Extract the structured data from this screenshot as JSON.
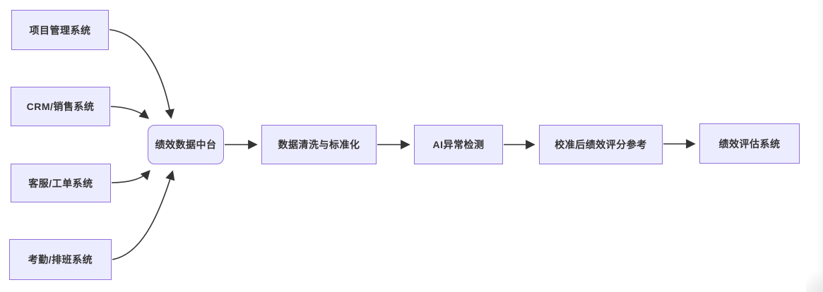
{
  "diagram": {
    "type": "flowchart",
    "nodes": {
      "project": {
        "label": "项目管理系统",
        "shape": "rect"
      },
      "crm": {
        "label": "CRM/销售系统",
        "shape": "rect"
      },
      "service": {
        "label": "客服/工单系统",
        "shape": "rect"
      },
      "attendance": {
        "label": "考勤/排班系统",
        "shape": "rect"
      },
      "hub": {
        "label": "绩效数据中台",
        "shape": "rounded-rect"
      },
      "clean": {
        "label": "数据清洗与标准化",
        "shape": "rect"
      },
      "ai": {
        "label": "AI异常检测",
        "shape": "rect"
      },
      "calibrated": {
        "label": "校准后绩效评分参考",
        "shape": "rect"
      },
      "evaluation": {
        "label": "绩效评估系统",
        "shape": "rect"
      }
    },
    "edges": [
      {
        "from": "project",
        "to": "hub"
      },
      {
        "from": "crm",
        "to": "hub"
      },
      {
        "from": "service",
        "to": "hub"
      },
      {
        "from": "attendance",
        "to": "hub"
      },
      {
        "from": "hub",
        "to": "clean"
      },
      {
        "from": "clean",
        "to": "ai"
      },
      {
        "from": "ai",
        "to": "calibrated"
      },
      {
        "from": "calibrated",
        "to": "evaluation"
      }
    ],
    "colors": {
      "node_fill": "#ECECFF",
      "node_border": "#9370DB",
      "edge_stroke": "#333333",
      "text": "#333333",
      "background": "#FFFFFF"
    }
  }
}
